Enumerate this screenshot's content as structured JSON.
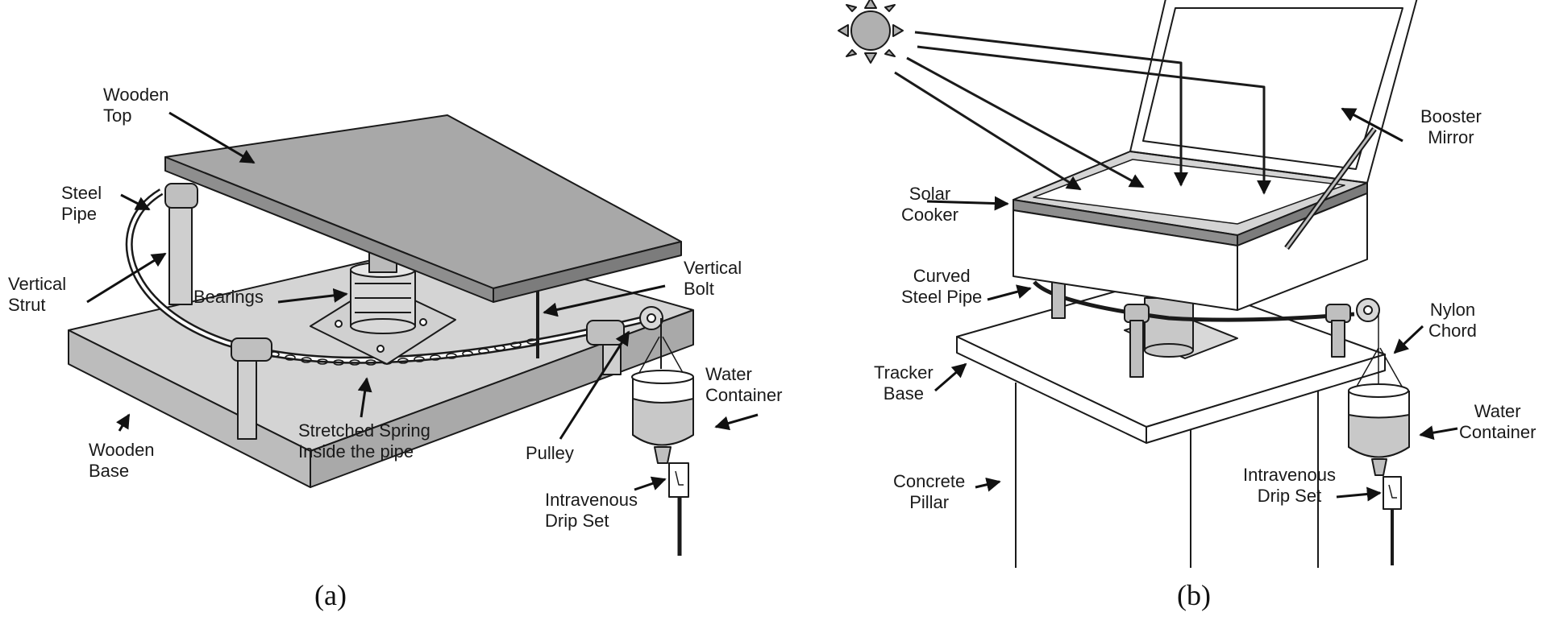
{
  "diagrams": [
    {
      "caption": "(a)",
      "labels": [
        {
          "key": "wooden_top",
          "text": "Wooden\nTop"
        },
        {
          "key": "steel_pipe",
          "text": "Steel\nPipe"
        },
        {
          "key": "vertical_strut",
          "text": "Vertical\nStrut"
        },
        {
          "key": "bearings",
          "text": "Bearings"
        },
        {
          "key": "vertical_bolt",
          "text": "Vertical\nBolt"
        },
        {
          "key": "water_container",
          "text": "Water\nContainer"
        },
        {
          "key": "wooden_base",
          "text": "Wooden\nBase"
        },
        {
          "key": "stretched_spring",
          "text": "Stretched Spring\nInside the pipe"
        },
        {
          "key": "pulley",
          "text": "Pulley"
        },
        {
          "key": "drip_set",
          "text": "Intravenous\nDrip Set"
        }
      ]
    },
    {
      "caption": "(b)",
      "labels": [
        {
          "key": "booster_mirror",
          "text": "Booster\nMirror"
        },
        {
          "key": "solar_cooker",
          "text": "Solar\nCooker"
        },
        {
          "key": "curved_steel_pipe",
          "text": "Curved\nSteel Pipe"
        },
        {
          "key": "nylon_chord",
          "text": "Nylon\nChord"
        },
        {
          "key": "tracker_base",
          "text": "Tracker\nBase"
        },
        {
          "key": "water_container",
          "text": "Water\nContainer"
        },
        {
          "key": "concrete_pillar",
          "text": "Concrete\nPillar"
        },
        {
          "key": "drip_set",
          "text": "Intravenous\nDrip Set"
        }
      ]
    }
  ],
  "colors": {
    "line": "#1a1a1a",
    "top_face": "#a8a8a8",
    "top_edge": "#8e8e8e",
    "base_face": "#d4d4d4",
    "base_edge": "#b4b4b4",
    "part": "#bfbfbf",
    "water": "#c8c8c8",
    "sun": "#b0b0b0"
  }
}
